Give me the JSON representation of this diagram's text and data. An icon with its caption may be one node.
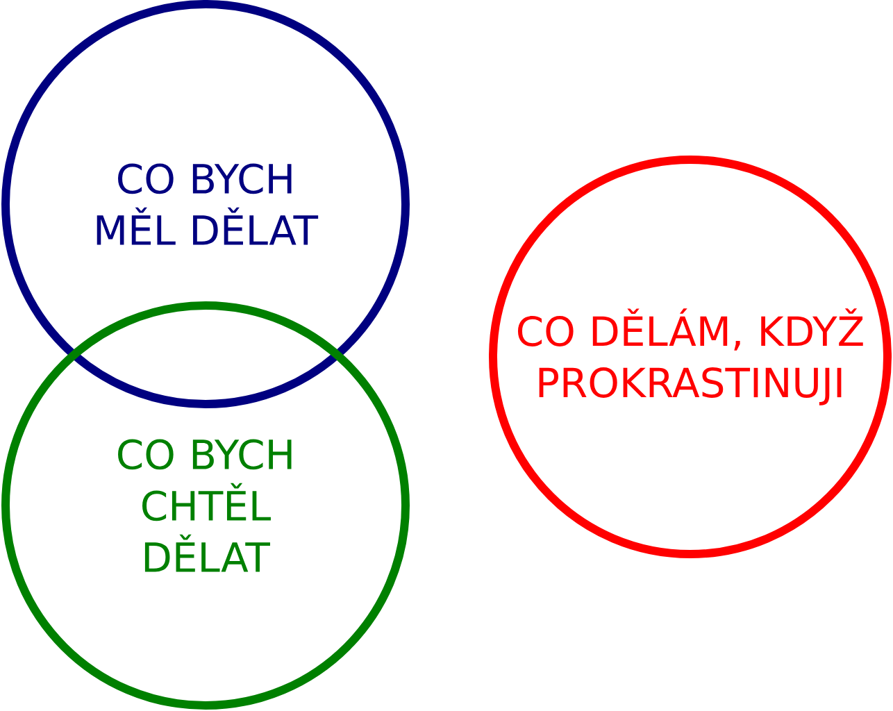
{
  "diagram": {
    "nodes": [
      {
        "text": [
          "CO BYCH MĚL DĚLAT"
        ]
      },
      {
        "text": [
          "CO BYCH CHTĚL DĚLAT"
        ]
      },
      {
        "text": [
          "CO DĚLÁM, KDYŽ PROKRASTINUJI"
        ]
      }
    ]
  }
}
